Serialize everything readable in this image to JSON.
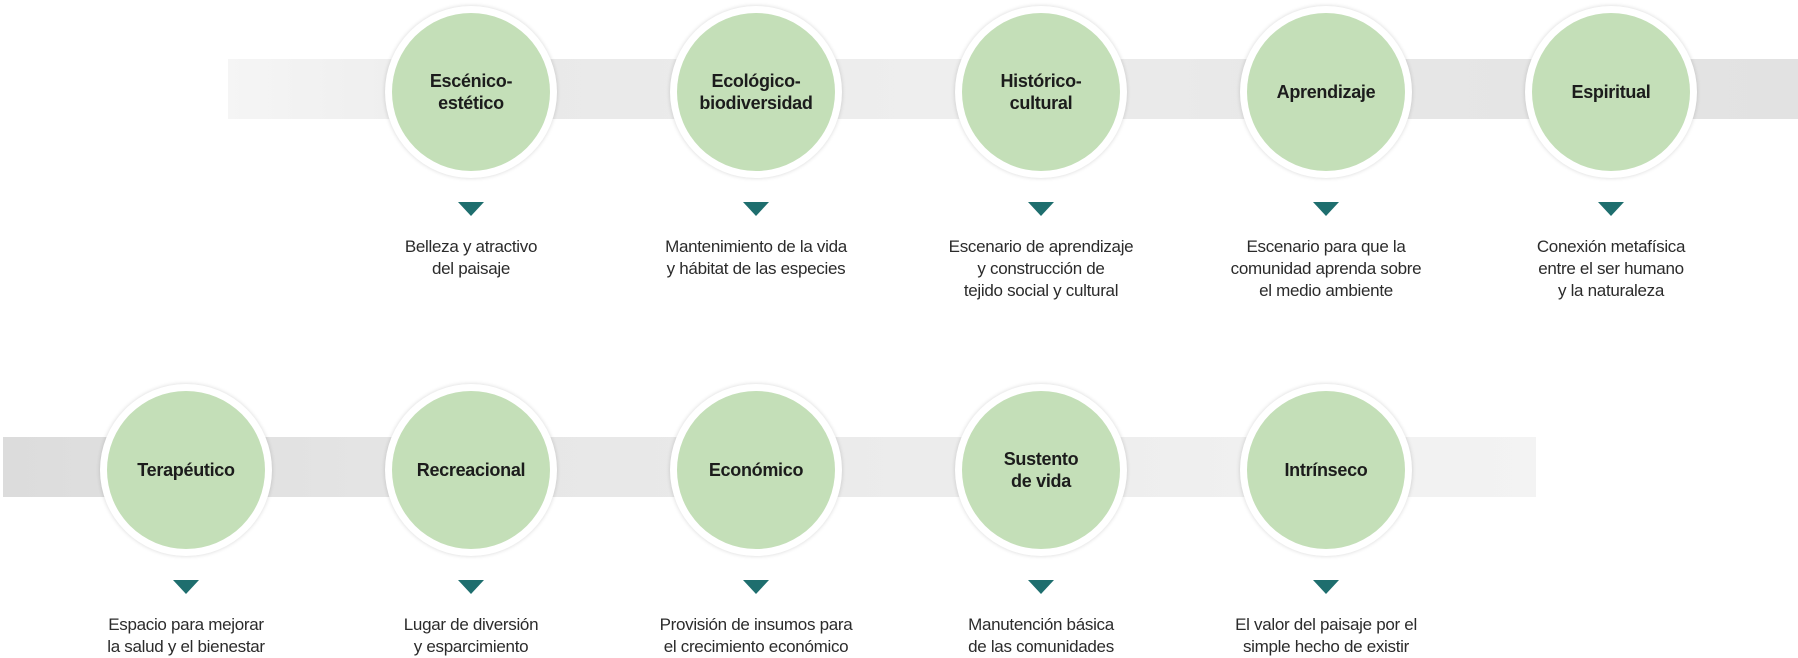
{
  "row1": [
    {
      "title": "Escénico-\nestético",
      "description": "Belleza y atractivo\ndel paisaje"
    },
    {
      "title": "Ecológico-\nbiodiversidad",
      "description": "Mantenimiento de la vida\ny hábitat de las especies"
    },
    {
      "title": "Histórico-\ncultural",
      "description": "Escenario de aprendizaje\ny construcción de\ntejido social y cultural"
    },
    {
      "title": "Aprendizaje",
      "description": "Escenario para que la\ncomunidad aprenda sobre\nel medio ambiente"
    },
    {
      "title": "Espiritual",
      "description": "Conexión metafísica\nentre el ser humano\ny la naturaleza"
    }
  ],
  "row2": [
    {
      "title": "Terapéutico",
      "description": "Espacio para mejorar\nla salud y el bienestar"
    },
    {
      "title": "Recreacional",
      "description": "Lugar de diversión\ny esparcimiento"
    },
    {
      "title": "Económico",
      "description": "Provisión de insumos para\nel crecimiento económico"
    },
    {
      "title": "Sustento\nde vida",
      "description": "Manutención básica\nde las comunidades"
    },
    {
      "title": "Intrínseco",
      "description": "El valor del paisaje por el\nsimple hecho de existir"
    }
  ],
  "colors": {
    "circle_fill": "#c4dfb8",
    "pointer": "#1e6e6e",
    "band": "#e6e6e6",
    "title_text": "#1c1c1c",
    "description_text": "#2b2b2b"
  }
}
